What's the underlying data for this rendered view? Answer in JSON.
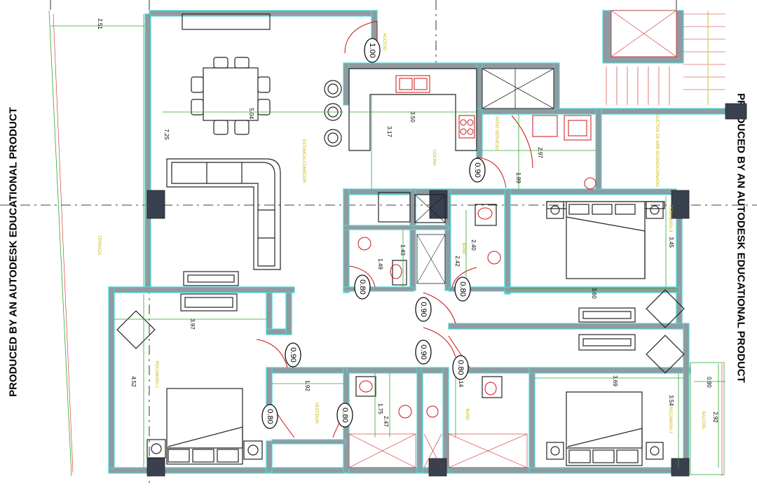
{
  "watermark": "PRODUCED BY AN AUTODESK EDUCATIONAL PRODUCT",
  "room_labels": {
    "terraza": "TERRAZA",
    "estancia": "ESTANCIA-COMEDOR",
    "cocina": "COCINA",
    "patio": "PATIO SERVICIO",
    "ductos": "DUCTOS DE AIRE ACONDICIONADO",
    "bano1": "BAÑO",
    "recamara3": "RECAMARA 3",
    "recamara1": "RECAMARA 1",
    "vestidor": "VESTIDOR",
    "bano2": "BAÑO",
    "recamara2": "RECAMARA 2",
    "balcon": "BALCON",
    "acceso": "ACCESO"
  },
  "dimensions": {
    "d251": "2.51",
    "d725": "7.25",
    "d504": "5.04",
    "d350": "3.50",
    "d317": "3.17",
    "d297": "2.97",
    "d189": "1.89",
    "d143": "1.43",
    "d149": "1.49",
    "d240": "2.40",
    "d242": "2.42",
    "d345": "3.45",
    "d360": "3.60",
    "d397": "3.97",
    "d452": "4.52",
    "d192": "1.92",
    "d175": "1.75",
    "d247": "2.47",
    "d214": "2.14",
    "d369": "3.69",
    "d354": "3.54",
    "d090b": "0.90",
    "d292": "2.92"
  },
  "door_tags": {
    "t100": "1.00",
    "t090a": "0.90",
    "t080a": "0.80",
    "t080b": "0.80",
    "t090b": "0.90",
    "t090c": "0.90",
    "t090d": "0.90",
    "t080c": "0.80",
    "t080d": "0.80",
    "t080e": "0.80"
  },
  "colors": {
    "wall": "#8f9ba0",
    "wall_edge": "#4ad9d9",
    "furniture": "#222222",
    "fixture": "#cc1111",
    "dim_line": "#2da82d",
    "label": "#c8b400",
    "column": "#39404f"
  }
}
